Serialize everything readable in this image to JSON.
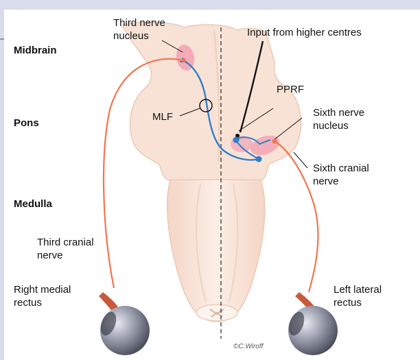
{
  "regions": {
    "midbrain": "Midbrain",
    "pons": "Pons",
    "medulla": "Medulla"
  },
  "labels": {
    "third_nerve_nucleus_1": "Third nerve",
    "third_nerve_nucleus_2": "nucleus",
    "input_higher_centres": "Input from higher centres",
    "pprf": "PPRF",
    "mlf": "MLF",
    "sixth_nerve_nucleus_1": "Sixth nerve",
    "sixth_nerve_nucleus_2": "nucleus",
    "sixth_cranial_nerve_1": "Sixth cranial",
    "sixth_cranial_nerve_2": "nerve",
    "third_cranial_nerve_1": "Third cranial",
    "third_cranial_nerve_2": "nerve",
    "right_medial_rectus_1": "Right medial",
    "right_medial_rectus_2": "rectus",
    "left_lateral_rectus_1": "Left lateral",
    "left_lateral_rectus_2": "rectus",
    "signature": "©C.Wiroff"
  },
  "colors": {
    "brainstem": "#f8e2d6",
    "brainstem_edge": "#e9cab8",
    "nucleus": "#f2a5b5",
    "nerve": "#f0754f",
    "mlf_pathway": "#2f7fc9",
    "muscle": "#c85a3c",
    "eyeball": "#6c7080"
  }
}
